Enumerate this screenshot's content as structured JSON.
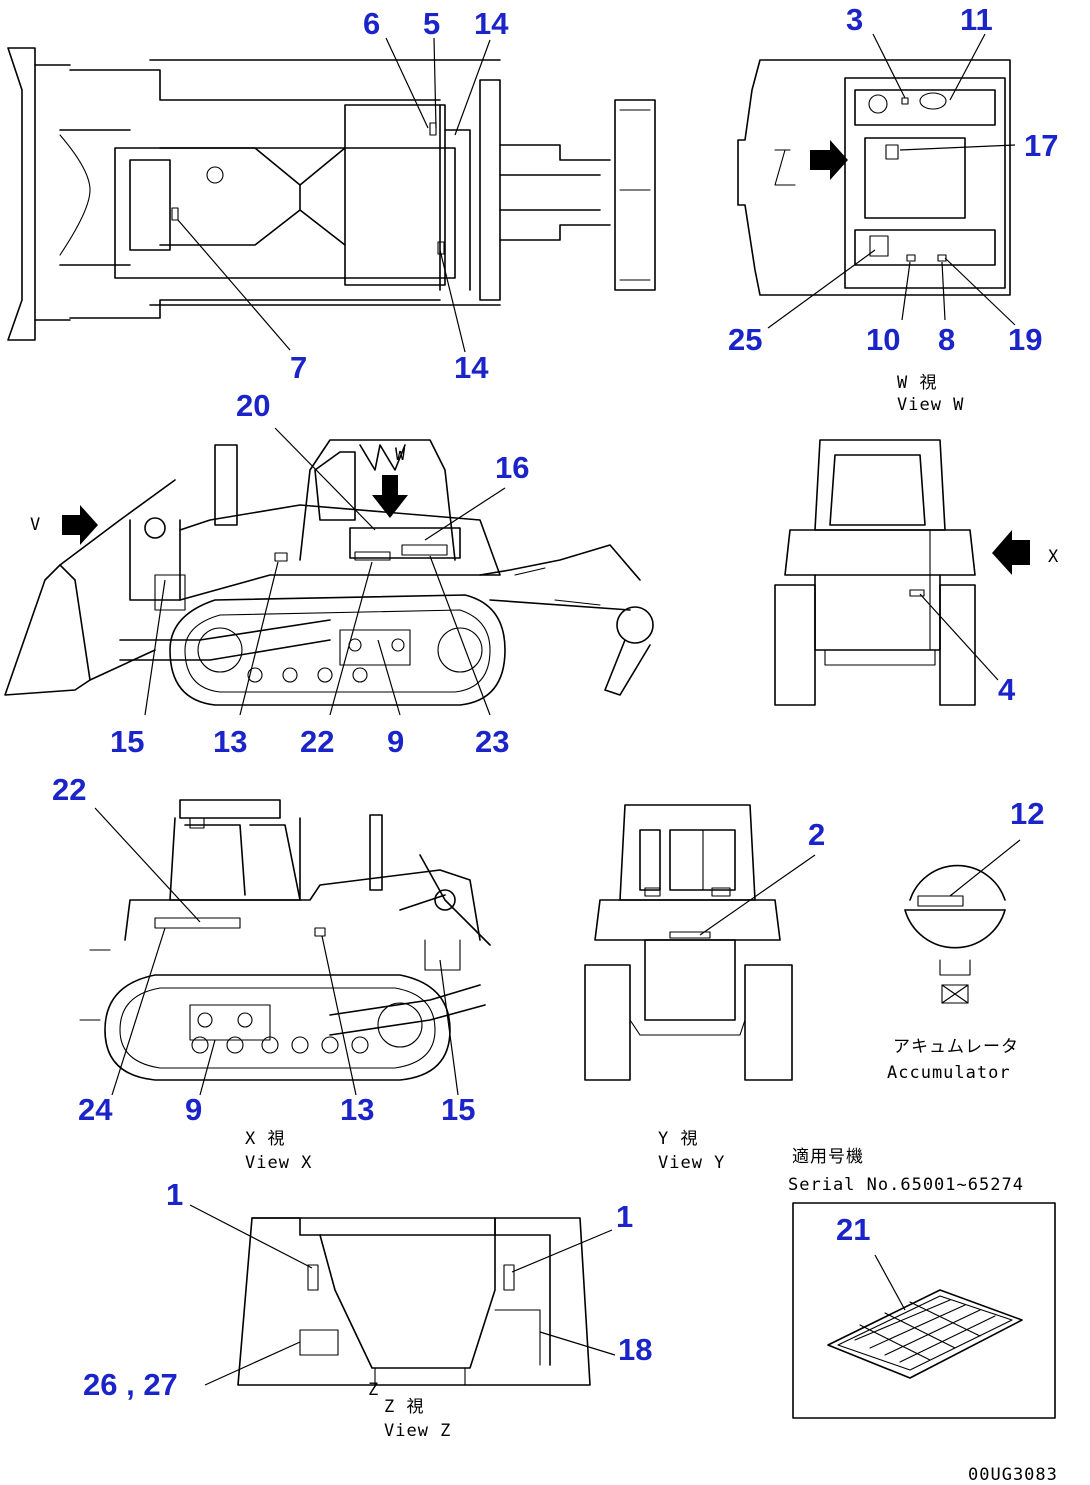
{
  "drawing": {
    "callouts": {
      "c6": "6",
      "c5": "5",
      "c14a": "14",
      "c14b": "14",
      "c7": "7",
      "c3": "3",
      "c11": "11",
      "c17": "17",
      "c25": "25",
      "c10": "10",
      "c8": "8",
      "c19": "19",
      "c20": "20",
      "c16": "16",
      "c15a": "15",
      "c13a": "13",
      "c22a": "22",
      "c9a": "9",
      "c23": "23",
      "c4": "4",
      "c22b": "22",
      "c24": "24",
      "c9b": "9",
      "c13b": "13",
      "c15b": "15",
      "c2": "2",
      "c12": "12",
      "c1a": "1",
      "c1b": "1",
      "c18": "18",
      "c2627": "26 , 27",
      "c21": "21"
    },
    "captions": {
      "view_w_jp": "W 視",
      "view_w": "View W",
      "arrow_v": "V",
      "arrow_w": "W",
      "arrow_x": "X",
      "arrow_z": "Z",
      "view_x_jp": "X 視",
      "view_x": "View X",
      "view_y_jp": "Y 視",
      "view_y": "View Y",
      "accumulator_jp": "アキュムレータ",
      "accumulator": "Accumulator",
      "serial_jp": "適用号機",
      "serial": "Serial No.65001~65274",
      "view_z_jp": "Z 視",
      "view_z": "View Z",
      "drawing_code": "00UG3083"
    }
  }
}
